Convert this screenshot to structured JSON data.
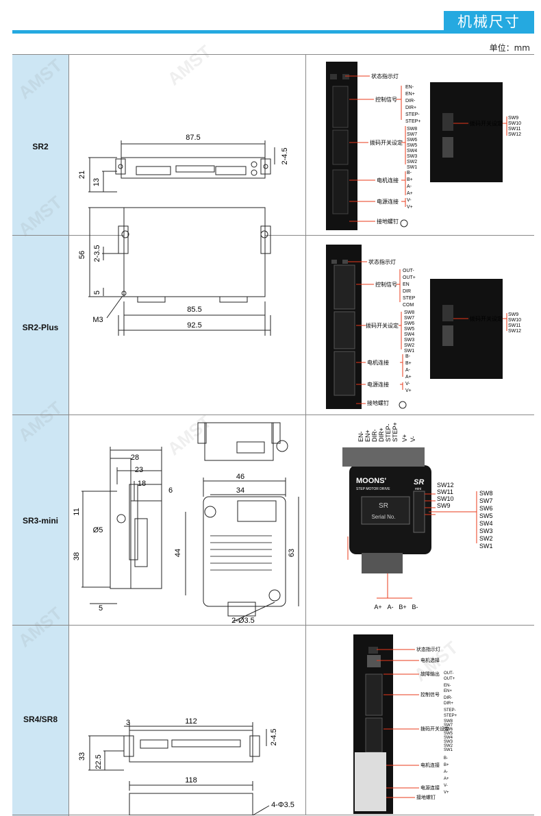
{
  "header": {
    "title": "机械尺寸",
    "unit": "单位：mm"
  },
  "rows": [
    {
      "label": "SR2"
    },
    {
      "label": "SR2-Plus"
    },
    {
      "label": "SR3-mini"
    },
    {
      "label": "SR4/SR8"
    }
  ],
  "sr2_dims": {
    "d875": "87.5",
    "d245": "2-4.5",
    "d21": "21",
    "d13": "13",
    "d56": "56",
    "d235": "2-3.5",
    "d5": "5",
    "m3": "M3",
    "d855": "85.5",
    "d925": "92.5"
  },
  "sr2_panel": {
    "status": "状态指示灯",
    "control": "控制信号",
    "dip": "拨码开关设定",
    "motor": "电机连接",
    "power": "电源连接",
    "ground": "接地螺钉",
    "dip2": "拨码开关设定",
    "ctrl_pins": [
      "EN-",
      "EN+",
      "DIR-",
      "DIR+",
      "STEP-",
      "STEP+"
    ],
    "sw_pins": [
      "SW8",
      "SW7",
      "SW6",
      "SW5",
      "SW4",
      "SW3",
      "SW2",
      "SW1"
    ],
    "motor_pins": [
      "B-",
      "B+",
      "A-",
      "A+"
    ],
    "power_pins": [
      "V-",
      "V+"
    ],
    "side_sw": [
      "SW9",
      "SW10",
      "SW11",
      "SW12"
    ]
  },
  "sr2plus_panel": {
    "status": "状态指示灯",
    "control": "控制信号",
    "dip": "拨码开关设定",
    "motor": "电机连接",
    "power": "电源连接",
    "ground": "接地螺钉",
    "dip2": "拨码开关设定",
    "ctrl_pins": [
      "OUT-",
      "OUT+",
      "EN",
      "DIR",
      "STEP",
      "COM"
    ],
    "sw_pins": [
      "SW8",
      "SW7",
      "SW6",
      "SW5",
      "SW4",
      "SW3",
      "SW2",
      "SW1"
    ],
    "motor_pins": [
      "B-",
      "B+",
      "A-",
      "A+"
    ],
    "power_pins": [
      "V-",
      "V+"
    ],
    "side_sw": [
      "SW9",
      "SW10",
      "SW11",
      "SW12"
    ]
  },
  "sr3_dims": {
    "d28": "28",
    "d23": "23",
    "d18": "18",
    "d11": "11",
    "d05": "Ø5",
    "d38": "38",
    "d5": "5",
    "d46": "46",
    "d6": "6",
    "d34": "34",
    "d44": "44",
    "d63": "63",
    "d235": "2-Ø3.5"
  },
  "sr3_panel": {
    "top_pins": [
      "EN-",
      "EN+",
      "DIR-",
      "DIR+",
      "STEP-",
      "STEP+",
      "V+",
      "V-"
    ],
    "brand": "MOONS'",
    "sub": "STEP MOTOR DRIVE",
    "sr": "SR",
    "mini": "mini",
    "sr_box": "SR",
    "serial": "Serial No.",
    "left_sw": [
      "SW12",
      "SW11",
      "SW10",
      "SW9"
    ],
    "right_sw": [
      "SW8",
      "SW7",
      "SW6",
      "SW5",
      "SW4",
      "SW3",
      "SW2",
      "SW1"
    ],
    "bottom_pins": [
      "A+",
      "A-",
      "B+",
      "B-"
    ]
  },
  "sr4_dims": {
    "d3": "3",
    "d112": "112",
    "d245": "2-4.5",
    "d33": "33",
    "d225": "22.5",
    "d118": "118",
    "d435": "4-Φ3.5"
  },
  "sr4_panel": {
    "status": "状态指示灯",
    "motorsel": "电机选择",
    "fault": "故障输出",
    "control": "控制信号",
    "dip": "拨码开关设定",
    "motor": "电机连接",
    "power": "电源连接",
    "ground": "接地螺钉",
    "fault_pins": [
      "OUT-",
      "OUT+"
    ],
    "ctrl_pins": [
      "EN-",
      "EN+",
      "DIR-",
      "DIR+",
      "STEP-",
      "STEP+"
    ],
    "sw_pins": [
      "SW8",
      "SW7",
      "SW6",
      "SW5",
      "SW4",
      "SW3",
      "SW2",
      "SW1"
    ],
    "motor_pins": [
      "B-",
      "B+",
      "A-",
      "A+"
    ],
    "power_pins": [
      "V-",
      "V+"
    ]
  },
  "watermark": "AMST"
}
